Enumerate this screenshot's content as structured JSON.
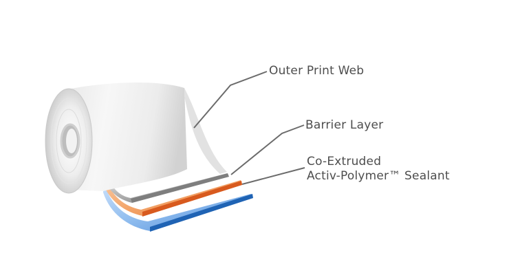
{
  "colors": {
    "label_text": "#4d4d4d",
    "leader_line": "#6b6b6b",
    "roll_light": "#f4f4f4",
    "roll_shadow": "#b9b9b9",
    "barrier_layer": "#f3a56a",
    "barrier_edge": "#d85a1e",
    "sealant_layer": "#7fb0e8",
    "sealant_edge": "#1f63b4"
  },
  "labels": {
    "outer_print_web": "Outer Print Web",
    "barrier_layer": "Barrier Layer",
    "sealant_line1": "Co-Extruded",
    "sealant_line2": "Activ-Polymer™ Sealant"
  }
}
